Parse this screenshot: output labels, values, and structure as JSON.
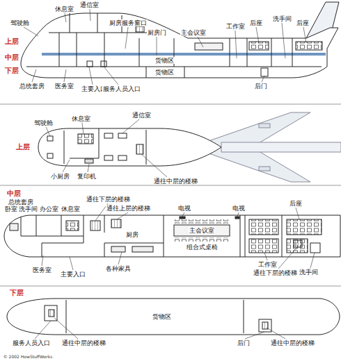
{
  "diagram": {
    "labels": [
      "驾驶舱",
      "休息室",
      "通信室",
      "厨房服务窗口",
      "厨房门",
      "主会议室",
      "工作室",
      "后座",
      "洗手间",
      "后座",
      "上层",
      "中层",
      "下层",
      "总统套房",
      "医务室",
      "主要入口",
      "服务人员入口",
      "货物区",
      "货物区",
      "后门",
      "上层",
      "驾驶舱",
      "休息室",
      "通信室",
      "小厨房",
      "复印机",
      "通往中层的楼梯",
      "中层",
      "总统套房",
      "卧室",
      "洗手间",
      "办公室",
      "通往下层的楼梯",
      "休息室",
      "通往上层的楼梯",
      "电视",
      "电视",
      "后座",
      "厨房",
      "主会议室",
      "组合式桌椅",
      "医务室",
      "主要入口",
      "各种家具",
      "工作室",
      "通往下层的楼梯",
      "洗手间",
      "下层",
      "货物区",
      "服务人员入口",
      "通往中层的楼梯",
      "后门",
      "通往中层的楼梯",
      "© 2002 HowStuffWorks"
    ]
  }
}
